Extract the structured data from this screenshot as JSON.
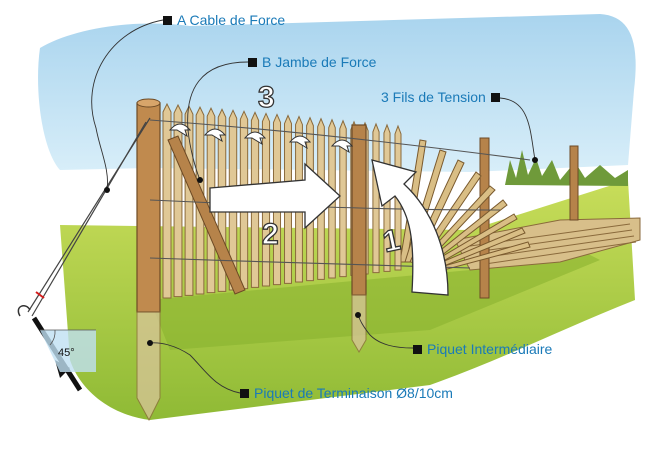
{
  "labels": {
    "cable": "A Cable de Force",
    "jambe": "B Jambe de Force",
    "fils": "3 Fils de Tension",
    "intermediaire": "Piquet Intermédiaire",
    "terminaison": "Piquet de Terminaison Ø8/10cm"
  },
  "steps": [
    "1",
    "2",
    "3"
  ],
  "angle": "45°",
  "colors": {
    "label_text": "#1a7ab8",
    "sky": "#bfe0f2",
    "grass": "#9dc43a",
    "wood": "#c9a36a",
    "post": "#b6834a"
  }
}
